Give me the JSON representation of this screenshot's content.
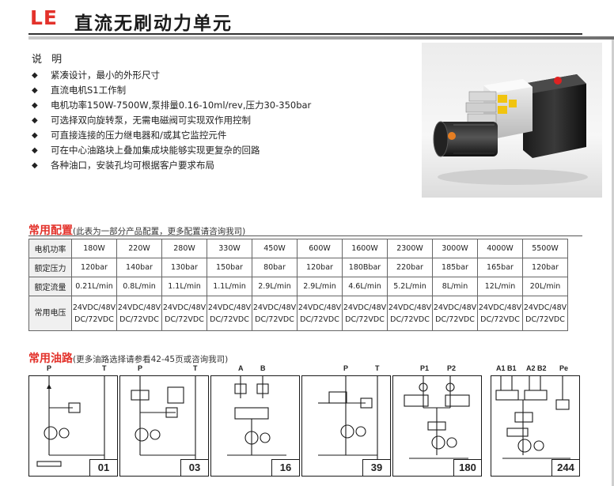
{
  "header": {
    "logo": "LE",
    "title": "直流无刷动力单元"
  },
  "description": {
    "heading": "说 明",
    "items": [
      "紧凑设计，最小的外形尺寸",
      "直流电机S1工作制",
      "电机功率150W-7500W,泵排量0.16-10ml/rev,压力30-350bar",
      "可选择双向旋转泵，无需电磁阀可实现双作用控制",
      "可直接连接的压力继电器和/或其它监控元件",
      "可在中心油路块上叠加集成块能够实现更复杂的回路",
      "各种油口，安装孔均可根据客户要求布局"
    ]
  },
  "config": {
    "title": "常用配置",
    "note": "(此表为一部分产品配置，更多配置请咨询我司)",
    "rows": [
      {
        "label": "电机功率",
        "cells": [
          "180W",
          "220W",
          "280W",
          "330W",
          "450W",
          "600W",
          "1600W",
          "2300W",
          "3000W",
          "4000W",
          "5500W"
        ]
      },
      {
        "label": "额定压力",
        "cells": [
          "120bar",
          "140bar",
          "130bar",
          "150bar",
          "80bar",
          "120bar",
          "180Bbar",
          "220bar",
          "185bar",
          "165bar",
          "120bar"
        ]
      },
      {
        "label": "额定流量",
        "cells": [
          "0.21L/min",
          "0.8L/min",
          "1.1L/min",
          "1.1L/min",
          "2.9L/min",
          "2.9L/min",
          "4.6L/min",
          "5.2L/min",
          "8L/min",
          "12L/min",
          "20L/min"
        ]
      }
    ],
    "voltage": {
      "label": "常用电压",
      "line1": "24VDC/48V",
      "line2": "DC/72VDC"
    }
  },
  "circuits": {
    "title": "常用油路",
    "note": "(更多油路选择请参看42-45页或咨询我司)",
    "items": [
      {
        "number": "01",
        "ports": [
          "P",
          "T"
        ]
      },
      {
        "number": "03",
        "ports": [
          "P",
          "T"
        ]
      },
      {
        "number": "16",
        "ports": [
          "A",
          "B"
        ]
      },
      {
        "number": "39",
        "ports": [
          "P",
          "T"
        ]
      },
      {
        "number": "180",
        "ports": [
          "P1",
          "P2"
        ]
      },
      {
        "number": "244",
        "ports": [
          "A1",
          "B1",
          "A2",
          "B2",
          "Pe"
        ]
      }
    ]
  }
}
